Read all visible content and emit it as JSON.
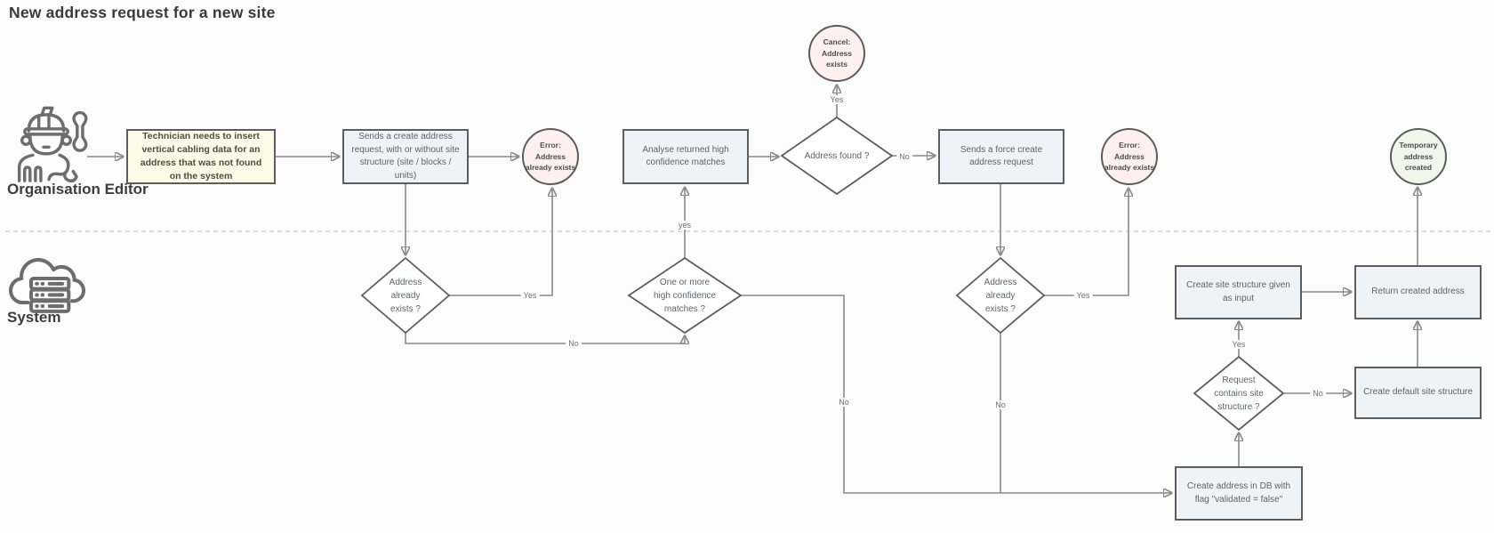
{
  "title": "New address request for a new site",
  "lanes": {
    "organisation_editor": "Organisation Editor",
    "system": "System"
  },
  "nodes": {
    "technician_need": "Technician needs to insert vertical cabling data for an address that was not found on the system",
    "send_create_request": "Sends a create address request, with or without site structure (site / blocks / units)",
    "error_address_exists_1": "Error:\nAddress\nalready exists",
    "analyse_matches": "Analyse returned high confidence matches",
    "address_found": "Address found ?",
    "cancel_address_exists": "Cancel:\nAddress exists",
    "send_force_create": "Sends a force create address request",
    "error_address_exists_2": "Error:\nAddress\nalready exists",
    "temporary_address_created": "Temporary\naddress\ncreated",
    "address_already_exists_1": "Address\nalready\nexists ?",
    "one_or_more_matches": "One or more\nhigh confidence\nmatches ?",
    "address_already_exists_2": "Address\nalready\nexists ?",
    "create_site_structure": "Create site structure given\nas input",
    "return_created_address": "Return created address",
    "request_contains_site": "Request\ncontains site\nstructure ?",
    "create_default_structure": "Create default site structure",
    "create_address_db": "Create address in DB with\nflag \"validated = false\""
  },
  "edge_labels": {
    "found_yes": "Yes",
    "found_no": "No",
    "exists1_yes": "Yes",
    "exists1_no": "No",
    "matches_yes": "yes",
    "matches_no": "No",
    "exists2_yes": "Yes",
    "exists2_no": "No",
    "contains_yes": "Yes",
    "contains_no": "No"
  },
  "icons": {
    "organisation_editor": "worker-with-wrench-icon",
    "system": "cloud-server-icon"
  },
  "colors": {
    "task_fill": "#edf3f8",
    "highlight_fill": "#fbfbe7",
    "error_fill": "#fdf0ee",
    "success_fill": "#f0f6e9",
    "border": "#5d5d5d",
    "line": "#8a8a8a",
    "text": "#5f6368"
  }
}
